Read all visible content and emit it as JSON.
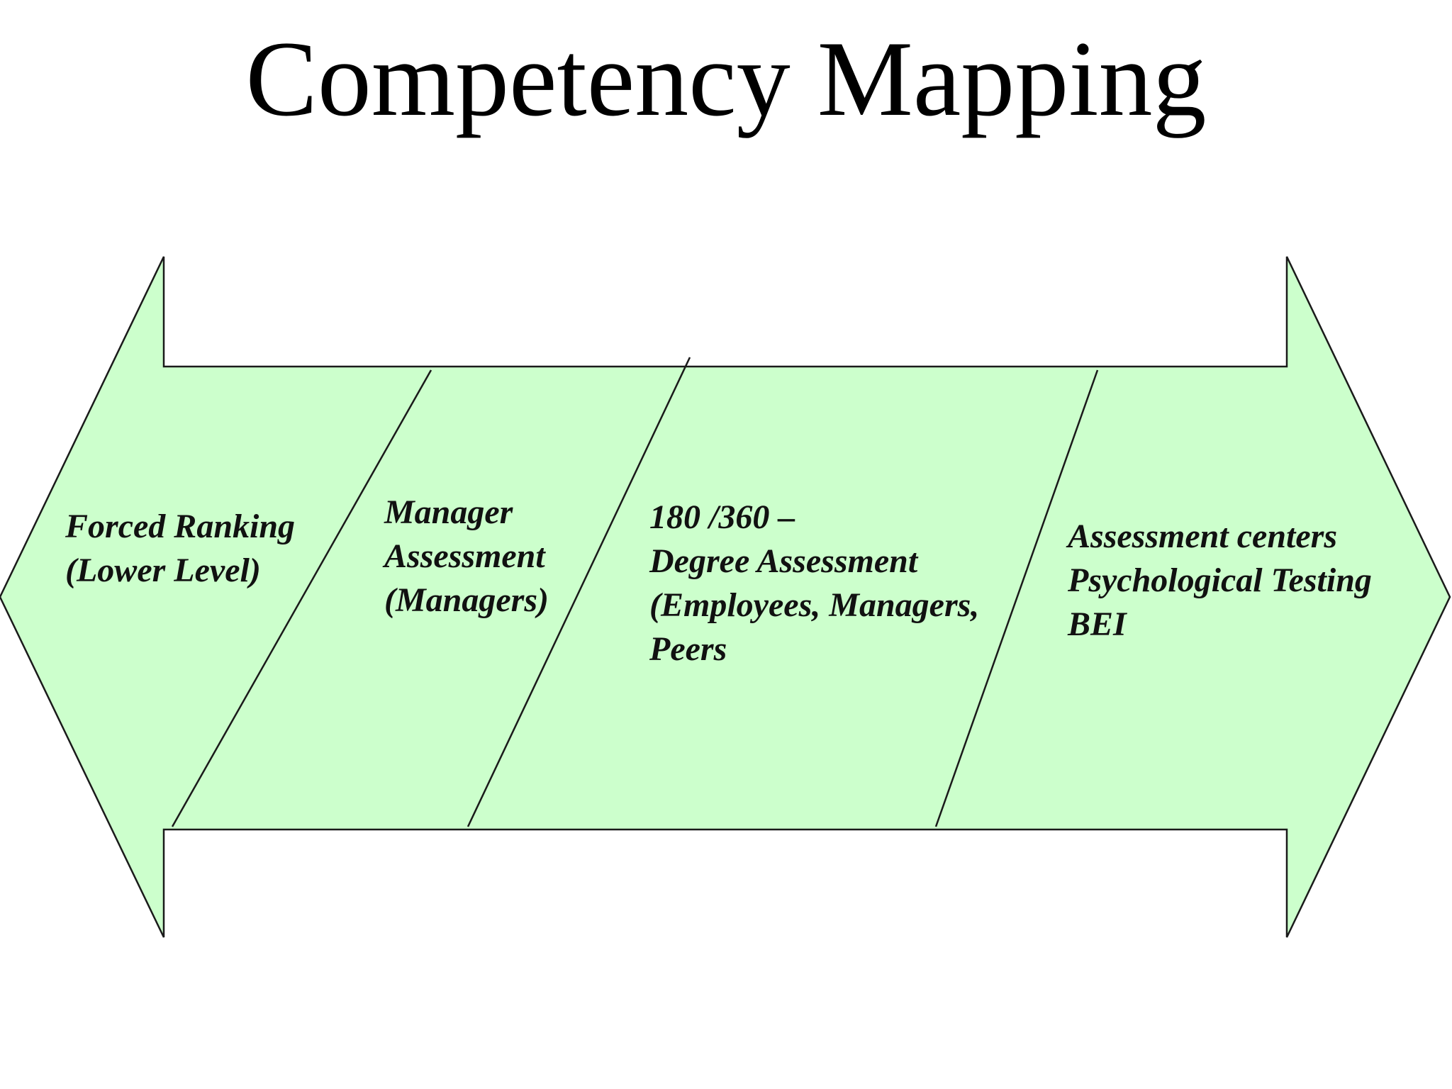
{
  "title": "Competency Mapping",
  "colors": {
    "arrow_fill": "#ccffcc",
    "outline": "#1a1a1a",
    "text": "#111111"
  },
  "segments": [
    {
      "lines": [
        "Forced Ranking",
        "(Lower Level)"
      ]
    },
    {
      "lines": [
        "Manager",
        "Assessment",
        "(Managers)"
      ]
    },
    {
      "lines": [
        "180  /360 –",
        "Degree Assessment",
        "(Employees, Managers,",
        "Peers"
      ]
    },
    {
      "lines": [
        "Assessment centers",
        "Psychological Testing",
        "BEI"
      ]
    }
  ]
}
